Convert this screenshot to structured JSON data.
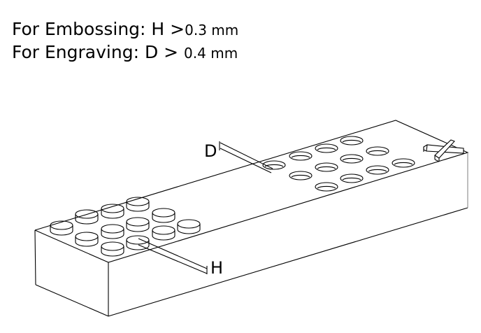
{
  "specs": {
    "embossing": {
      "label": "For Embossing: H >",
      "value": "0.3 mm"
    },
    "engraving": {
      "label": "For Engraving: D > ",
      "value": "0.4 mm"
    }
  },
  "diagram": {
    "depth_label": "D",
    "height_label": "H",
    "embossed_bumps": 12,
    "engraved_holes": 12,
    "marker": "cross-marker"
  }
}
